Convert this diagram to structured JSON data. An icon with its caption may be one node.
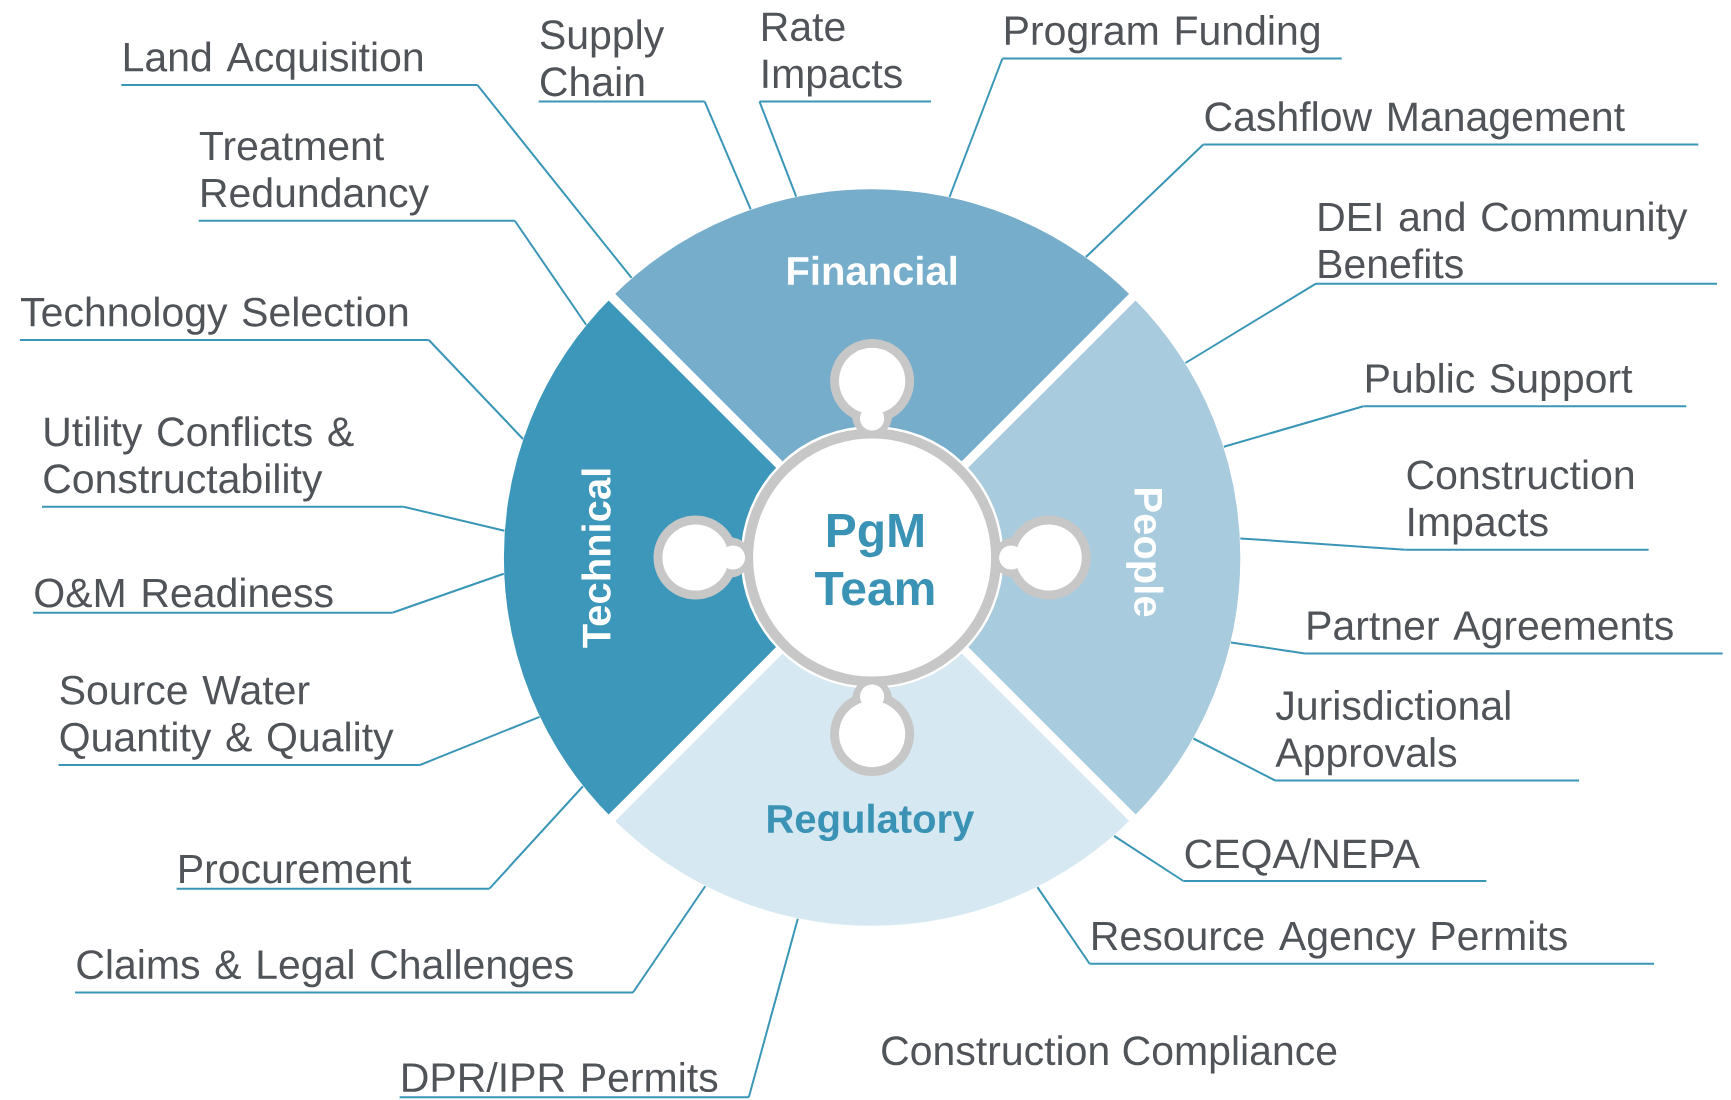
{
  "diagram": {
    "nodes": [
      {
        "text": [
          "PgM Team"
        ]
      },
      {
        "text": [
          "Financial"
        ]
      },
      {
        "text": [
          "People"
        ]
      },
      {
        "text": [
          "Regulatory"
        ]
      },
      {
        "text": [
          "Technical"
        ]
      },
      {
        "text": [
          "Land Acquisition"
        ]
      },
      {
        "text": [
          "Treatment Redundancy"
        ]
      },
      {
        "text": [
          "Technology Selection"
        ]
      },
      {
        "text": [
          "Utility Conflicts & Constructability"
        ]
      },
      {
        "text": [
          "O&M Readiness"
        ]
      },
      {
        "text": [
          "Source Water Quantity & Quality"
        ]
      },
      {
        "text": [
          "Procurement"
        ]
      },
      {
        "text": [
          "Claims & Legal Challenges"
        ]
      },
      {
        "text": [
          "DPR/IPR Permits"
        ]
      },
      {
        "text": [
          "Supply Chain"
        ]
      },
      {
        "text": [
          "Rate Impacts"
        ]
      },
      {
        "text": [
          "Program Funding"
        ]
      },
      {
        "text": [
          "Cashflow Management"
        ]
      },
      {
        "text": [
          "DEI and Community Benefits"
        ]
      },
      {
        "text": [
          "Public Support"
        ]
      },
      {
        "text": [
          "Construction Impacts"
        ]
      },
      {
        "text": [
          "Partner Agreements"
        ]
      },
      {
        "text": [
          "Jurisdictional Approvals"
        ]
      },
      {
        "text": [
          "CEQA/NEPA"
        ]
      },
      {
        "text": [
          "Resource Agency Permits"
        ]
      }
    ],
    "edges": [
      {
        "from": 5,
        "to": 1,
        "arrow": "none"
      },
      {
        "from": 6,
        "to": 4,
        "arrow": "none"
      },
      {
        "from": 7,
        "to": 4,
        "arrow": "none"
      },
      {
        "from": 8,
        "to": 4,
        "arrow": "none"
      },
      {
        "from": 9,
        "to": 4,
        "arrow": "none"
      },
      {
        "from": 10,
        "to": 4,
        "arrow": "none"
      },
      {
        "from": 11,
        "to": 4,
        "arrow": "none"
      },
      {
        "from": 12,
        "to": 3,
        "arrow": "none"
      },
      {
        "from": 13,
        "to": 3,
        "arrow": "none"
      },
      {
        "from": 14,
        "to": 1,
        "arrow": "none"
      },
      {
        "from": 15,
        "to": 1,
        "arrow": "none"
      },
      {
        "from": 16,
        "to": 1,
        "arrow": "none"
      },
      {
        "from": 17,
        "to": 1,
        "arrow": "none"
      },
      {
        "from": 18,
        "to": 2,
        "arrow": "none"
      },
      {
        "from": 19,
        "to": 2,
        "arrow": "none"
      },
      {
        "from": 20,
        "to": 2,
        "arrow": "none"
      },
      {
        "from": 21,
        "to": 2,
        "arrow": "none"
      },
      {
        "from": 22,
        "to": 2,
        "arrow": "none"
      },
      {
        "from": 23,
        "to": 3,
        "arrow": "none"
      },
      {
        "from": 24,
        "to": 3,
        "arrow": "none"
      }
    ],
    "labels": [
      "Construction Compliance"
    ]
  }
}
